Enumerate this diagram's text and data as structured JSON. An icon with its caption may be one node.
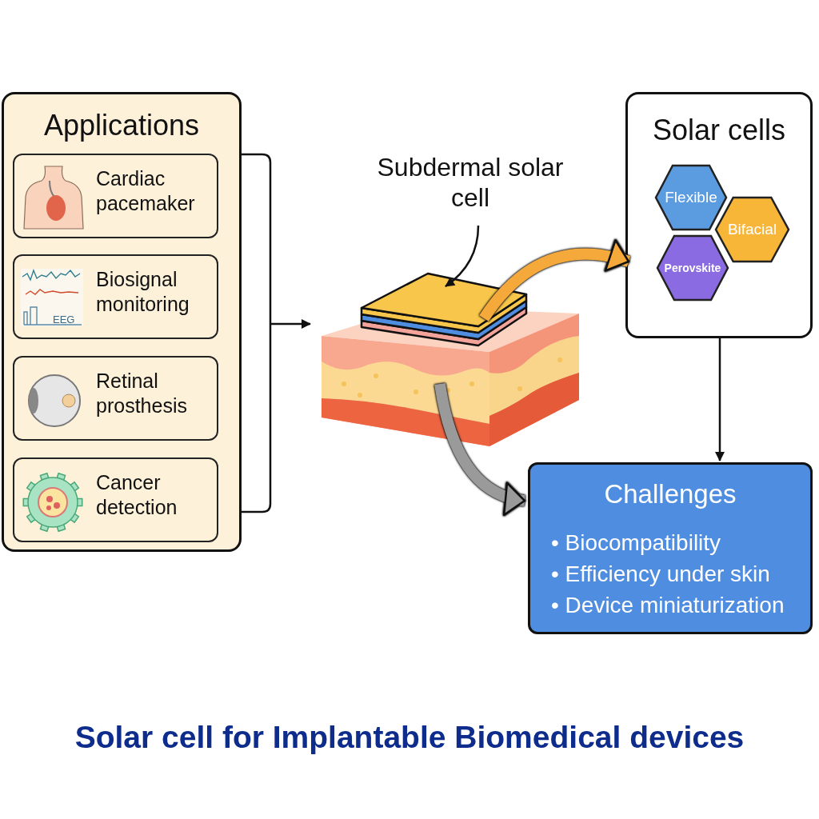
{
  "diagram": {
    "title": "Solar cell for Implantable Biomedical devices",
    "nodes": [
      {
        "text": [
          "Applications"
        ]
      },
      {
        "text": [
          "Cardiac pacemaker"
        ],
        "in": 0
      },
      {
        "text": [
          "Biosignal monitoring"
        ],
        "in": 0
      },
      {
        "text": [
          "Retinal prosthesis"
        ],
        "in": 0
      },
      {
        "text": [
          "Cancer detection"
        ],
        "in": 0
      },
      {
        "text": [
          "Subdermal solar cell"
        ]
      },
      {
        "text": [],
        "shape": "picture"
      },
      {
        "text": [],
        "shape": "picture"
      },
      {
        "text": [
          "Solar cells"
        ]
      },
      {
        "text": [
          "Flexible"
        ],
        "in": 8
      },
      {
        "text": [
          "Bifacial"
        ],
        "in": 8
      },
      {
        "text": [
          "Perovskite"
        ],
        "in": 8
      },
      {
        "text": [
          "Challenges",
          "• Biocompatibility",
          "• Efficiency under skin",
          "• Device miniaturization"
        ]
      }
    ],
    "edges": [
      {
        "from": 0,
        "to": 7,
        "arrow": "to"
      },
      {
        "from": 5,
        "to": 6,
        "arrow": "to"
      },
      {
        "from": 6,
        "to": 8,
        "arrow": "to",
        "style": "thick",
        "color": "#f5a93b"
      },
      {
        "from": 7,
        "to": 12,
        "arrow": "to",
        "style": "thick",
        "color": "#9a9a9a"
      },
      {
        "from": 8,
        "to": 12,
        "arrow": "to"
      }
    ],
    "labels": [
      "EEG"
    ]
  }
}
